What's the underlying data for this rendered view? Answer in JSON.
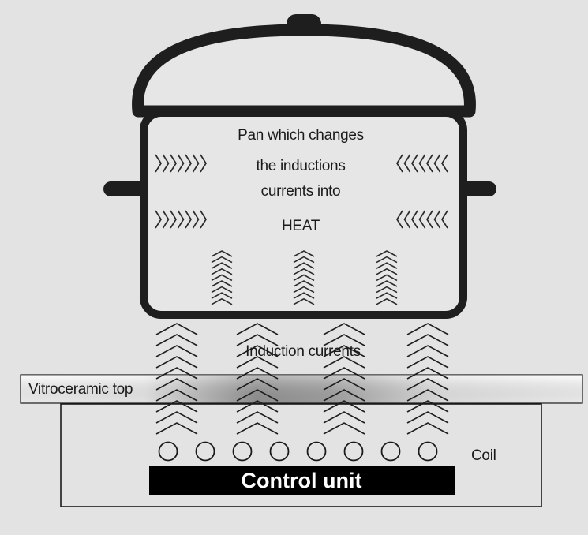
{
  "pan_text": {
    "line1": "Pan which changes",
    "line2": "the inductions",
    "line3": "currents into",
    "line4": "HEAT"
  },
  "labels": {
    "induction_currents": "Induction currents",
    "vitroceramic_top": "Vitroceramic top",
    "coil": "Coil",
    "control_unit": "Control unit"
  },
  "colors": {
    "background": "#e3e3e3",
    "pan_stroke": "#1e1e1e",
    "pan_fill": "#e6e6e6",
    "control_unit_fill": "#000000",
    "control_unit_text": "#ffffff"
  },
  "coil_count": 8
}
